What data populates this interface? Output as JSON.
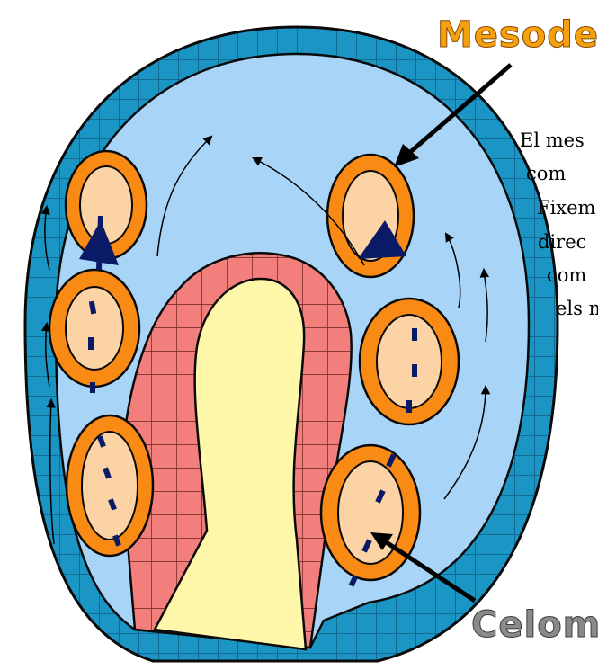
{
  "labels": {
    "mesoderm": "Mesoderm",
    "celoma": "Celoma"
  },
  "side_text": {
    "line1": "El mes",
    "line2": "com",
    "line3": "Fixem",
    "line4": "direc",
    "line5": "com",
    "line6": "els m"
  },
  "colors": {
    "ectoderm": "#1b95c4",
    "blastocoel": "#a8d4f8",
    "mesoderm_ring": "#f98a14",
    "mesoderm_core": "#fcd3a4",
    "endoderm": "#f27f7c",
    "archenteron": "#fef7a9",
    "arrow_dark": "#0b1a66",
    "label_orange": "#f5a010",
    "label_gray": "#8a8a8a"
  }
}
